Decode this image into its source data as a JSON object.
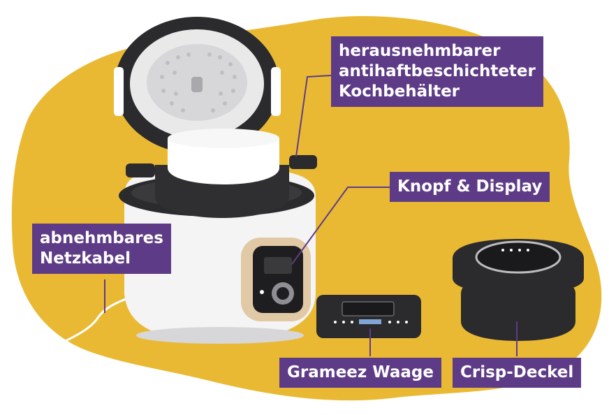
{
  "labels": {
    "container": {
      "lines": [
        "herausnehmbarer",
        "antihaftbeschichteter",
        "Kochbehälter"
      ]
    },
    "knob_display": "Knopf & Display",
    "power_cable": {
      "lines": [
        "abnehmbares",
        "Netzkabel"
      ]
    },
    "scale": "Grameez Waage",
    "crisp_lid": "Crisp-Deckel"
  },
  "colors": {
    "background_blob": "#eab934",
    "label_bg": "#5e3b87",
    "label_text": "#ffffff",
    "appliance_dark": "#2b2b2d",
    "appliance_white": "#f4f4f4",
    "accent_beige": "#e2c9a6"
  },
  "icons": [
    "multicooker",
    "kitchen-scale",
    "crisp-lid"
  ]
}
